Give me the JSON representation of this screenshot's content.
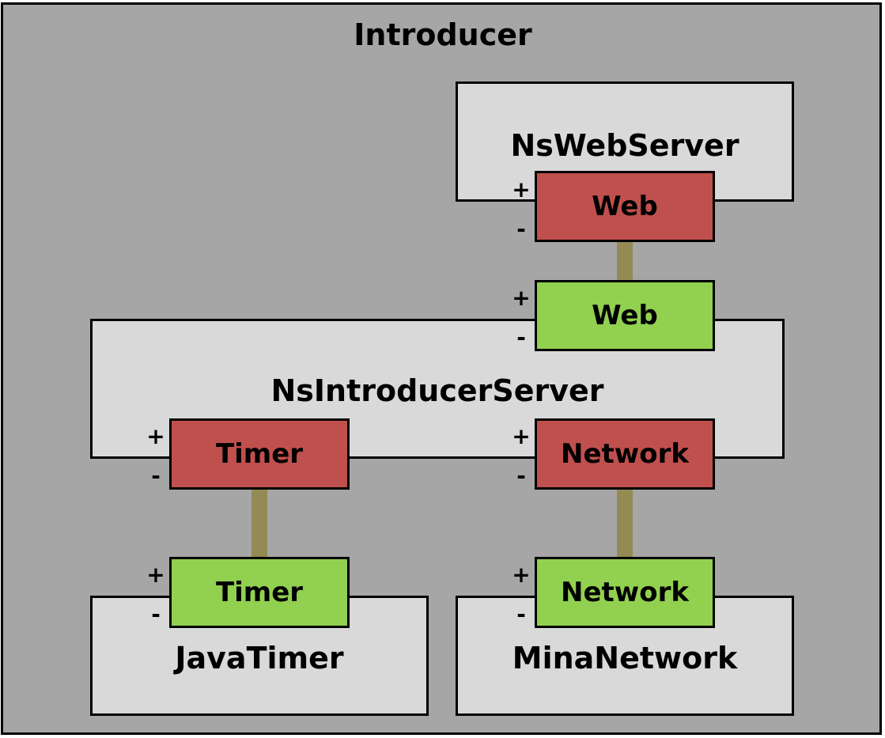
{
  "diagram": {
    "outer_title": "Introducer",
    "components": {
      "ns_web_server": "NsWebServer",
      "ns_introducer_server": "NsIntroducerServer",
      "java_timer": "JavaTimer",
      "mina_network": "MinaNetwork"
    },
    "ports": {
      "web_required": "Web",
      "web_provided": "Web",
      "timer_required": "Timer",
      "timer_provided": "Timer",
      "network_required": "Network",
      "network_provided": "Network"
    },
    "signs": {
      "plus": "+",
      "minus": "-"
    }
  },
  "colors": {
    "container": "#a6a6a6",
    "component": "#d9d9d9",
    "required_port": "#c0504d",
    "provided_port": "#92d050",
    "connector": "#948a54"
  }
}
